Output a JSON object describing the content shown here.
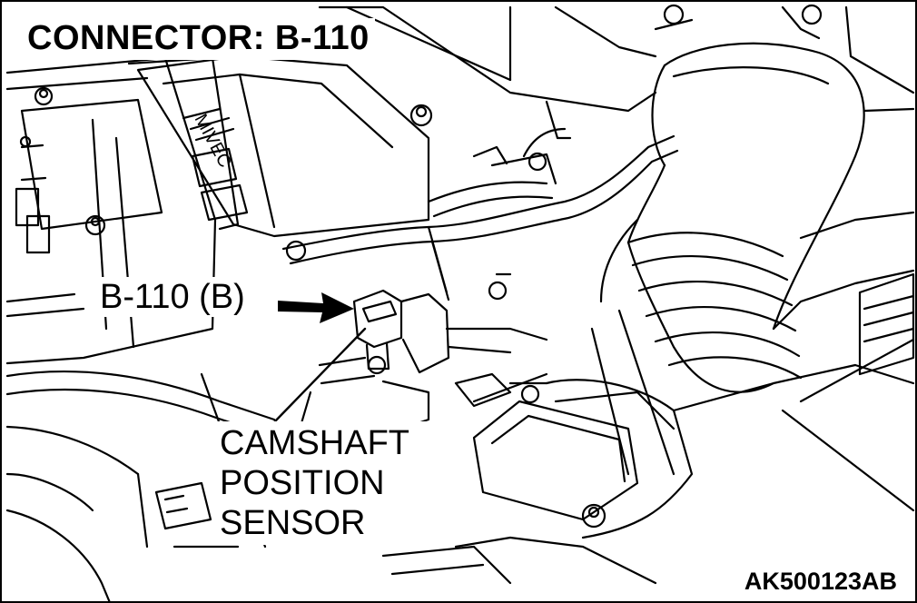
{
  "title": "CONNECTOR: B-110",
  "callouts": {
    "connector_label": "B-110 (B)",
    "sensor_label_lines": [
      "CAMSHAFT",
      "POSITION",
      "SENSOR"
    ]
  },
  "figure_code": "AK500123AB",
  "icons": [
    "arrow-right-icon"
  ],
  "colors": {
    "ink": "#000000",
    "paper": "#ffffff"
  }
}
